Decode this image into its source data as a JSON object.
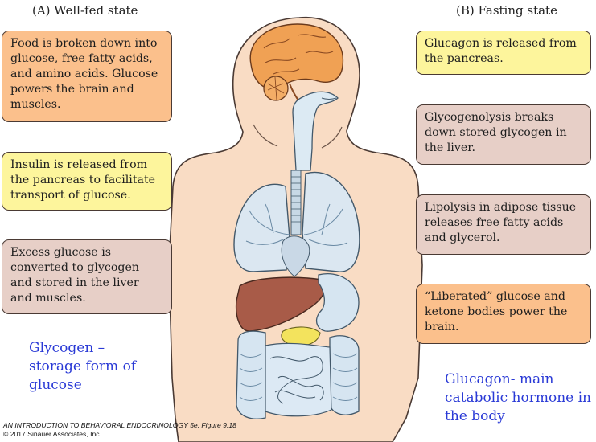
{
  "headings": {
    "well_fed": "(A)  Well-fed state",
    "fasting": "(B)  Fasting state"
  },
  "left_boxes": [
    {
      "text": "Food is broken down into glucose, free fatty acids, and amino acids. Glucose powers the brain and muscles.",
      "color": "#fbc08c"
    },
    {
      "text": "Insulin is released from the pancreas to facilitate transport of glucose.",
      "color": "#fdf59c"
    },
    {
      "text": "Excess glucose is converted to glycogen and stored in the liver and muscles.",
      "color": "#e7cfc7"
    }
  ],
  "right_boxes": [
    {
      "text": "Glucagon is released from the pancreas.",
      "color": "#fdf59c"
    },
    {
      "text": "Glycogenolysis breaks down stored glycogen in the liver.",
      "color": "#e7cfc7"
    },
    {
      "text": "Lipolysis in adipose tissue releases free fatty acids and glycerol.",
      "color": "#e7cfc7"
    },
    {
      "text": "“Liberated” glucose and ketone bodies power the brain.",
      "color": "#fbc08c"
    }
  ],
  "notes": {
    "glycogen": "Glycogen – storage form of glucose",
    "glucagon": "Glucagon- main catabolic hormone in the body"
  },
  "credit": {
    "line1": "AN INTRODUCTION TO BEHAVIORAL ENDOCRINOLOGY 5e, Figure 9.18",
    "line2": "© 2017 Sinauer Associates, Inc."
  },
  "colors": {
    "skin": "#f9dcc4",
    "brain": "#f0a154",
    "airway": "#dceaf3",
    "lung": "#dbe7f1",
    "liver": "#a85b48",
    "pancreas": "#f3e35d",
    "intestine": "#d6e5f1",
    "blue_note": "#2a3ad6"
  }
}
